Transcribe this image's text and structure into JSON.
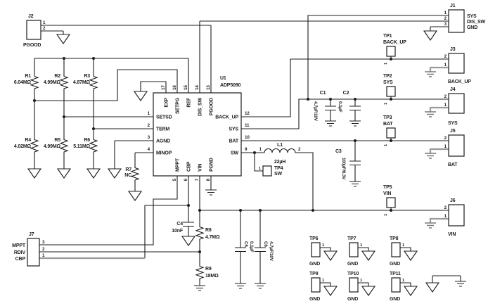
{
  "title": {
    "designator": "U1",
    "part": "ADP5090"
  },
  "ic": {
    "pins_top": [
      {
        "n": "17",
        "name": "EXP"
      },
      {
        "n": "16",
        "name": "SETPG"
      },
      {
        "n": "15",
        "name": "REF"
      },
      {
        "n": "14",
        "name": "DIS_SW"
      },
      {
        "n": "13",
        "name": "PGOOD"
      }
    ],
    "pins_left": [
      {
        "n": "1",
        "name": "SETSD"
      },
      {
        "n": "2",
        "name": "TERM"
      },
      {
        "n": "3",
        "name": "AGND"
      },
      {
        "n": "4",
        "name": "MINOP"
      }
    ],
    "pins_right": [
      {
        "n": "12",
        "name": "BACK_UP"
      },
      {
        "n": "11",
        "name": "SYS"
      },
      {
        "n": "10",
        "name": "BAT"
      },
      {
        "n": "9",
        "name": "SW"
      }
    ],
    "pins_bottom": [
      {
        "n": "5",
        "name": "MPPT"
      },
      {
        "n": "6",
        "name": "CBP"
      },
      {
        "n": "7",
        "name": "VIN"
      },
      {
        "n": "8",
        "name": "PGND"
      }
    ]
  },
  "resistors": [
    {
      "ref": "R1",
      "value": "6.04MΩ"
    },
    {
      "ref": "R2",
      "value": "4.99MΩ"
    },
    {
      "ref": "R3",
      "value": "4.87MΩ"
    },
    {
      "ref": "R4",
      "value": "4.02MΩ"
    },
    {
      "ref": "R5",
      "value": "4.99MΩ"
    },
    {
      "ref": "R6",
      "value": "5.11MΩ"
    },
    {
      "ref": "R7",
      "value": "NC"
    },
    {
      "ref": "R8",
      "value": "4.7MΩ"
    },
    {
      "ref": "R9",
      "value": "18MΩ"
    }
  ],
  "capacitors": [
    {
      "ref": "C1",
      "value": "4.7µF/10V"
    },
    {
      "ref": "C2",
      "value": "0.1µF"
    },
    {
      "ref": "C3",
      "value": "100µF/6.3V"
    },
    {
      "ref": "C4",
      "value": "10nF"
    },
    {
      "ref": "C5",
      "value": "0.1µF"
    },
    {
      "ref": "C6",
      "value": "4.7µF/10V"
    }
  ],
  "inductor": {
    "ref": "L1",
    "value": "22µH",
    "p1": "1",
    "p2": "2"
  },
  "connectors": {
    "j1": {
      "ref": "J1",
      "pins": [
        "1",
        "2",
        "3"
      ],
      "nets": [
        "SYS",
        "DIS_SW",
        "GND"
      ]
    },
    "j2": {
      "ref": "J2",
      "pins": [
        "1",
        "2"
      ],
      "net": "PGOOD"
    },
    "j3": {
      "ref": "J3",
      "pins": [
        "2",
        "1"
      ],
      "net": "BACK_UP"
    },
    "j4": {
      "ref": "J4",
      "pins": [
        "2",
        "1"
      ],
      "net": "SYS"
    },
    "j5": {
      "ref": "J5",
      "pins": [
        "2",
        "1"
      ],
      "net": "BAT"
    },
    "j6": {
      "ref": "J6",
      "pins": [
        "2",
        "1"
      ],
      "net": "VIN"
    },
    "j7": {
      "ref": "J7",
      "pins": [
        "3",
        "2",
        "1"
      ],
      "nets": [
        "MPPT",
        "RDIV",
        "CBP"
      ]
    }
  },
  "testpoints": [
    {
      "ref": "TP1",
      "net": "BACK_UP",
      "pin": "1"
    },
    {
      "ref": "TP2",
      "net": "SYS",
      "pin": "1"
    },
    {
      "ref": "TP3",
      "net": "BAT",
      "pin": "1"
    },
    {
      "ref": "TP4",
      "net": "SW",
      "pin": "1"
    },
    {
      "ref": "TP5",
      "net": "VIN",
      "pin": "1"
    },
    {
      "ref": "TP6",
      "net": "GND",
      "pin": "1"
    },
    {
      "ref": "TP7",
      "net": "GND",
      "pin": "1"
    },
    {
      "ref": "TP8",
      "net": "GND",
      "pin": "1"
    },
    {
      "ref": "TP9",
      "net": "GND",
      "pin": "1"
    },
    {
      "ref": "TP10",
      "net": "GND",
      "pin": "1"
    },
    {
      "ref": "TP11",
      "net": "GND",
      "pin": "1"
    }
  ],
  "colors": {
    "line": "#1c1c1c",
    "gray_wire": "#9a9a9a",
    "background": "#ffffff"
  }
}
